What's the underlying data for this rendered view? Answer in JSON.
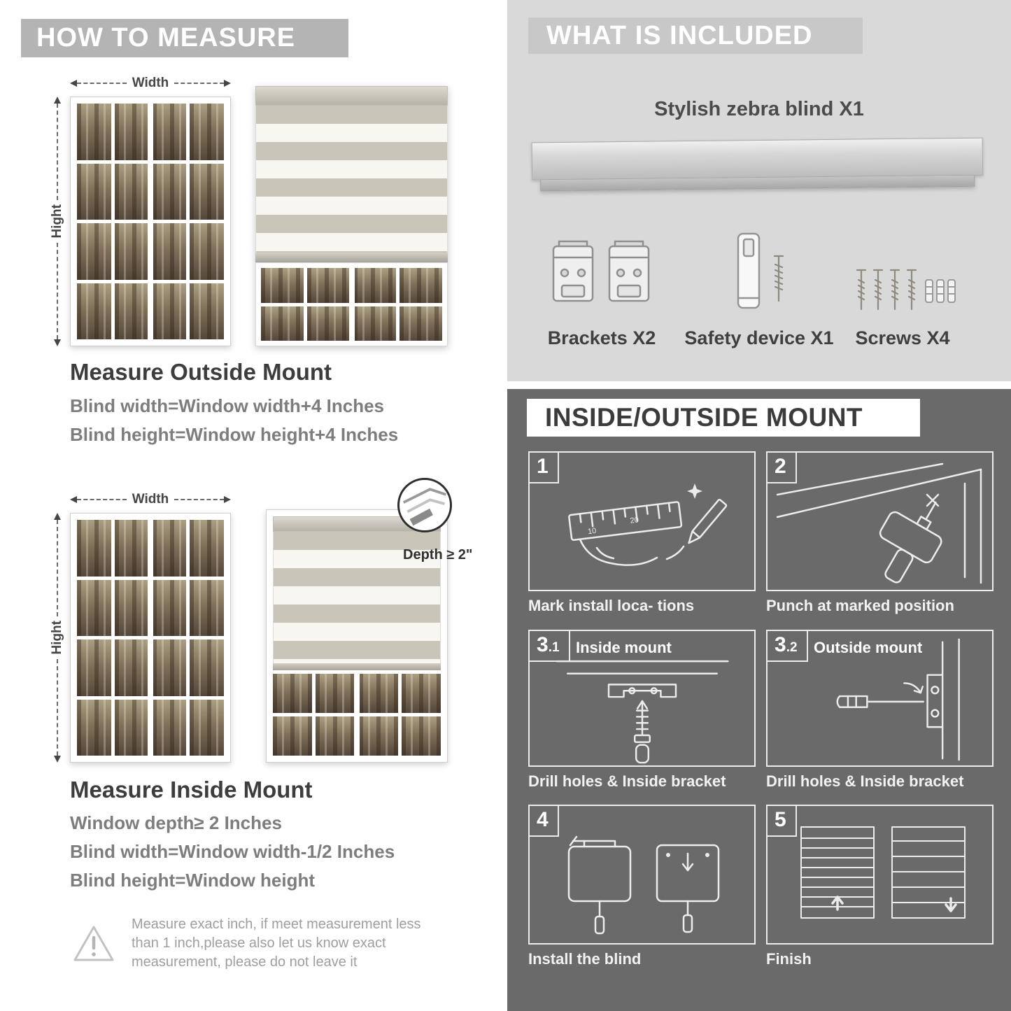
{
  "colors": {
    "left_banner_bg": "#b4b4b4",
    "included_bg": "#d9d9d9",
    "included_banner_bg": "#c8c8c8",
    "mount_bg": "#6a6a6a",
    "heading_text": "#3d3d3d",
    "formula_text": "#7d7d7d",
    "note_text": "#9e9e9e",
    "stripe_gray": "#cac5b9",
    "stripe_white": "#f8f6f1"
  },
  "icons": {
    "warning": "warning-triangle-icon",
    "width_arrow": "horizontal-measure-arrow-icon",
    "height_arrow": "vertical-measure-arrow-icon",
    "depth_callout": "depth-magnifier-circle-icon"
  },
  "measure": {
    "header": "HOW TO MEASURE",
    "width_label": "Width",
    "height_label": "Hight",
    "outside": {
      "title": "Measure Outside Mount",
      "lines": [
        "Blind width=Window width+4 Inches",
        "Blind height=Window height+4 Inches"
      ]
    },
    "inside": {
      "depth_callout": "Depth ≥ 2\"",
      "title": "Measure Inside Mount",
      "lines": [
        "Window depth≥ 2 Inches",
        "Blind width=Window width-1/2 Inches",
        "Blind height=Window height"
      ]
    },
    "note_lines": [
      "Measure exact inch, if meet measurement less",
      "than 1 inch,please also let us know exact",
      "measurement, please do not leave it"
    ]
  },
  "included": {
    "header": "WHAT IS INCLUDED",
    "product": "Stylish zebra blind X1",
    "items": [
      {
        "label": "Brackets X2",
        "icon": "bracket-icon"
      },
      {
        "label": "Safety device X1",
        "icon": "safety-device-icon"
      },
      {
        "label": "Screws X4",
        "icon": "screw-icon"
      }
    ]
  },
  "mount": {
    "header": "INSIDE/OUTSIDE MOUNT",
    "steps": [
      {
        "num": "1",
        "caption": "Mark install loca- tions"
      },
      {
        "num": "2",
        "caption": "Punch at  marked position"
      },
      {
        "num": "3",
        "sub": ".1",
        "label": "Inside mount",
        "caption": "Drill holes &  Inside bracket"
      },
      {
        "num": "3",
        "sub": ".2",
        "label": "Outside mount",
        "caption": "Drill holes &  Inside bracket"
      },
      {
        "num": "4",
        "caption": "Install the blind"
      },
      {
        "num": "5",
        "caption": "Finish"
      }
    ]
  }
}
